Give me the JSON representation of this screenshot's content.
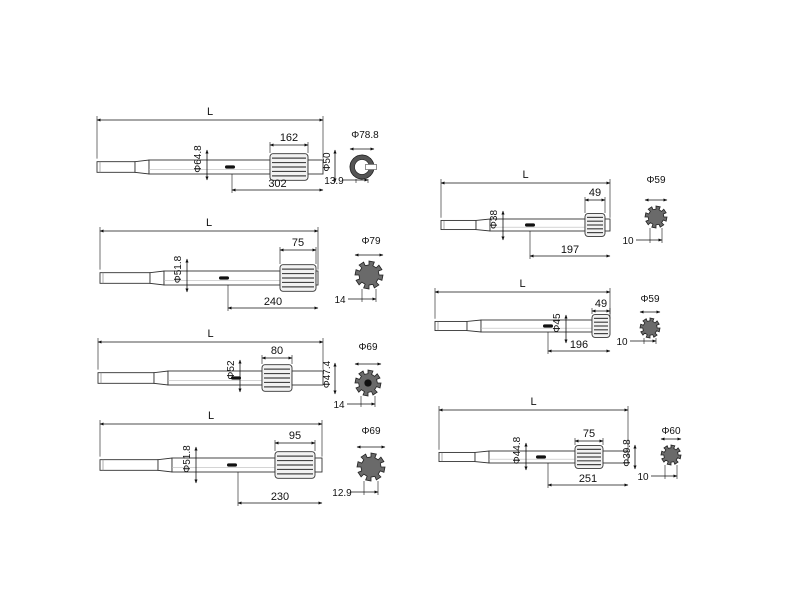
{
  "diagrams": [
    {
      "id": "d1",
      "length": "L",
      "shank_dia": "Φ64.8",
      "spline_len": "162",
      "tip_dia": "Φ50",
      "total": "302",
      "end_dia": "Φ78.8",
      "flat": "13.9",
      "end_style": "split"
    },
    {
      "id": "d2",
      "length": "L",
      "shank_dia": "Φ51.8",
      "spline_len": "75",
      "total": "240",
      "end_dia": "Φ79",
      "flat": "14",
      "end_style": "gear"
    },
    {
      "id": "d3",
      "length": "L",
      "shank_dia": "Φ52",
      "spline_len": "80",
      "tip_dia": "Φ47.4",
      "end_dia": "Φ69",
      "flat": "14",
      "end_style": "gear-hole"
    },
    {
      "id": "d4",
      "length": "L",
      "shank_dia": "Φ51.8",
      "spline_len": "95",
      "total": "230",
      "end_dia": "Φ69",
      "flat": "12.9",
      "end_style": "gear"
    },
    {
      "id": "d5",
      "length": "L",
      "shank_dia": "Φ38",
      "spline_len": "49",
      "total": "197",
      "end_dia": "Φ59",
      "flat": "10",
      "end_style": "gear"
    },
    {
      "id": "d6",
      "length": "L",
      "shank_dia": "Φ45",
      "spline_len": "49",
      "total": "196",
      "end_dia": "Φ59",
      "flat": "10",
      "end_style": "gear"
    },
    {
      "id": "d7",
      "length": "L",
      "shank_dia": "Φ44.8",
      "spline_len": "75",
      "tip_dia": "Φ39.8",
      "total": "251",
      "end_dia": "Φ60",
      "flat": "10",
      "end_style": "gear"
    }
  ]
}
